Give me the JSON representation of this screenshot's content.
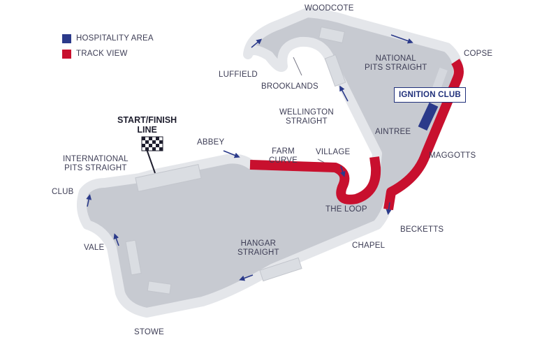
{
  "colors": {
    "hospitality": "#2b3a8a",
    "track_view": "#c8102e",
    "track_surface": "#e4e6ea",
    "arrow": "#2b3a8a",
    "label_text": "#3d3d55"
  },
  "legend": [
    {
      "label": "HOSPITALITY AREA",
      "color": "#2b3a8a"
    },
    {
      "label": "TRACK VIEW",
      "color": "#c8102e"
    }
  ],
  "start_finish": {
    "title_line1": "START/FINISH",
    "title_line2": "LINE",
    "icon": "checkered-flag-icon"
  },
  "ignition_club": {
    "label": "IGNITION CLUB"
  },
  "corners": {
    "woodcote": "WOODCOTE",
    "copse": "COPSE",
    "national_pits_line1": "NATIONAL",
    "national_pits_line2": "PITS STRAIGHT",
    "luffield": "LUFFIELD",
    "brooklands": "BROOKLANDS",
    "wellington_line1": "WELLINGTON",
    "wellington_line2": "STRAIGHT",
    "aintree": "AINTREE",
    "maggotts": "MAGGOTTS",
    "abbey": "ABBEY",
    "farm_line1": "FARM",
    "farm_line2": "CURVE",
    "village": "VILLAGE",
    "intl_pits_line1": "INTERNATIONAL",
    "intl_pits_line2": "PITS STRAIGHT",
    "club": "CLUB",
    "the_loop": "THE LOOP",
    "becketts": "BECKETTS",
    "chapel": "CHAPEL",
    "hangar_line1": "HANGAR",
    "hangar_line2": "STRAIGHT",
    "vale": "VALE",
    "stowe": "STOWE"
  }
}
